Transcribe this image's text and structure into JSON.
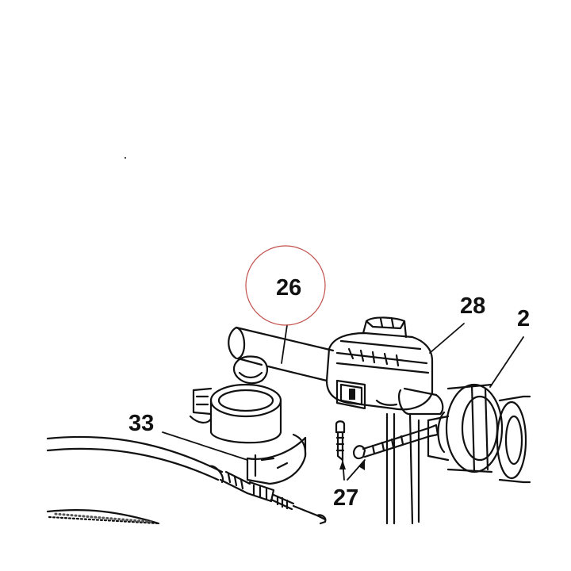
{
  "diagram": {
    "callouts": {
      "part_26": "26",
      "part_27": "27",
      "part_28": "28",
      "part_29": "2",
      "part_33": "33"
    },
    "highlight_color": "#c0504d",
    "line_color": "#111111"
  }
}
